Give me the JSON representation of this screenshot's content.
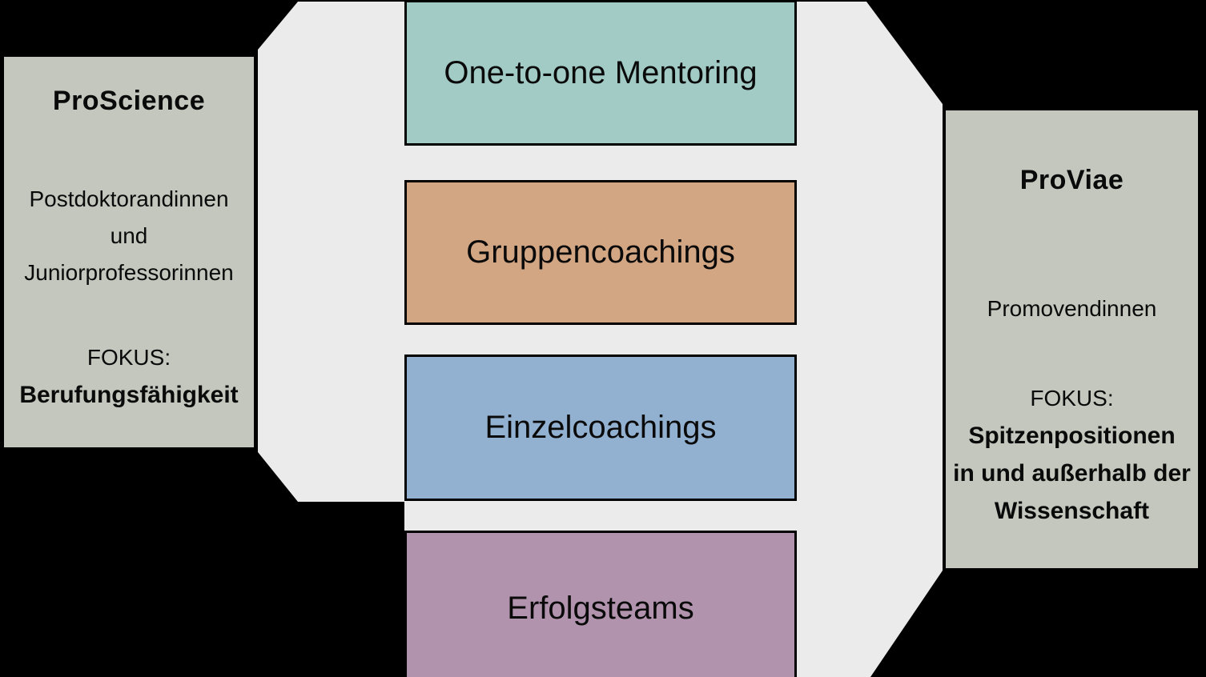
{
  "diagram": {
    "left_panel": {
      "title": "ProScience",
      "audience_lines": [
        "Postdoktorandinnen",
        "und",
        "Juniorprofessorinnen"
      ],
      "focus_label": "FOKUS:",
      "focus_value_lines": [
        "Berufungsfähigkeit"
      ]
    },
    "right_panel": {
      "title": "ProViae",
      "audience_lines": [
        "Promovendinnen"
      ],
      "focus_label": "FOKUS:",
      "focus_value_lines": [
        "Spitzenpositionen",
        "in und außerhalb der",
        "Wissenschaft"
      ]
    },
    "offer_boxes": [
      {
        "label": "One-to-one Mentoring",
        "color": "#a2cbc6"
      },
      {
        "label": "Gruppencoachings",
        "color": "#d2a583"
      },
      {
        "label": "Einzelcoachings",
        "color": "#92b0cf"
      },
      {
        "label": "Erfolgsteams",
        "color": "#b193ad"
      }
    ],
    "colors": {
      "background": "#000000",
      "funnel_shape": "#ebebeb",
      "panel_background": "#c3c7bd",
      "border": "#000000",
      "text": "#0a0a0a"
    }
  }
}
